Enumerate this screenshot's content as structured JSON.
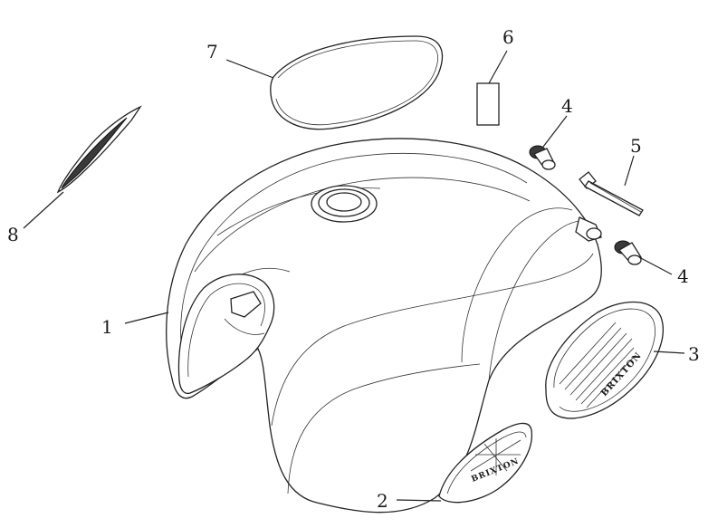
{
  "callouts": [
    {
      "id": "1",
      "label": "1"
    },
    {
      "id": "2",
      "label": "2"
    },
    {
      "id": "3",
      "label": "3"
    },
    {
      "id": "4a",
      "label": "4"
    },
    {
      "id": "4b",
      "label": "4"
    },
    {
      "id": "5",
      "label": "5"
    },
    {
      "id": "6",
      "label": "6"
    },
    {
      "id": "7",
      "label": "7"
    },
    {
      "id": "8",
      "label": "8"
    }
  ],
  "badges": {
    "side_badge_text": "BRIXTON",
    "front_badge_text": "BRIXTON"
  }
}
